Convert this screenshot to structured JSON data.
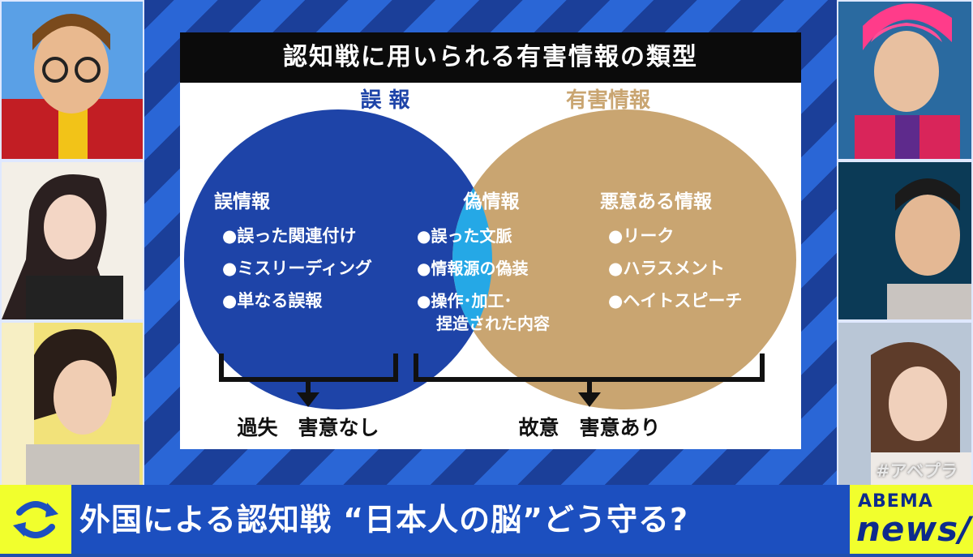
{
  "board": {
    "title": "認知戦に用いられる有害情報の類型",
    "circle_labels": {
      "left": "誤 報",
      "right": "有害情報"
    },
    "groups": {
      "left": {
        "heading": "誤情報",
        "items": [
          "●誤った関連付け",
          "●ミスリーディング",
          "●単なる誤報"
        ]
      },
      "center": {
        "heading": "偽情報",
        "items": [
          "●誤った文脈",
          "●情報源の偽装",
          "●操作･加工･",
          "捏造された内容"
        ]
      },
      "right": {
        "heading": "悪意ある情報",
        "items": [
          "●リーク",
          "●ハラスメント",
          "●ヘイトスピーチ"
        ]
      }
    },
    "brackets": {
      "left_label": "過失　害意なし",
      "right_label": "故意　害意あり"
    },
    "colors": {
      "left_circle": "#1e44a8",
      "right_circle": "#c9a571",
      "overlap": "#25a8e6",
      "left_label": "#1e44a8",
      "right_label": "#c9a571"
    }
  },
  "caption": {
    "text": "外国による認知戦 “日本人の脳”どう守る?",
    "icon": "refresh-arrows-icon"
  },
  "logo": {
    "top": "ABEMA",
    "bottom": "news/"
  },
  "hashtag": "#アベプラ",
  "colors": {
    "accent_yellow": "#f1ff2d",
    "bar_blue": "#1c4fbf"
  }
}
